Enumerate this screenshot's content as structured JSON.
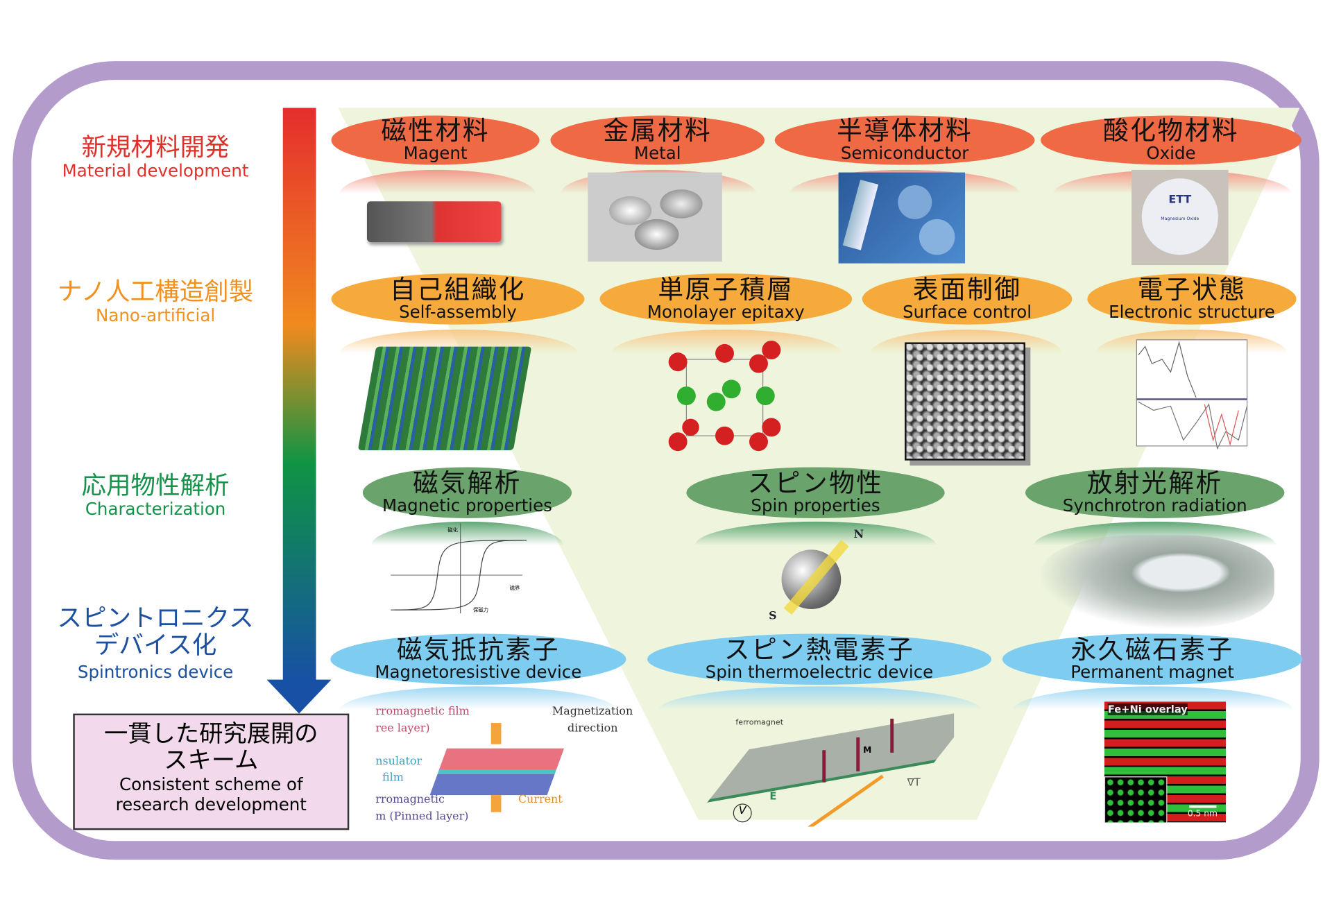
{
  "stages": [
    {
      "jp": "新規材料開発",
      "en": "Material development",
      "color": "#e0302b"
    },
    {
      "jp": "ナノ人工構造創製",
      "en": "Nano-artificial",
      "color": "#f0901e"
    },
    {
      "jp": "応用物性解析",
      "en": "Characterization",
      "color": "#16924a"
    },
    {
      "jp": "スピントロニクス",
      "jp2": "デバイス化",
      "en": "Spintronics device",
      "color": "#1b4fa0"
    }
  ],
  "scheme": {
    "jp1": "一貫した研究展開の",
    "jp2": "スキーム",
    "en1": "Consistent scheme of",
    "en2": "research development"
  },
  "row1": [
    {
      "jp": "磁性材料",
      "en": "Magent"
    },
    {
      "jp": "金属材料",
      "en": "Metal"
    },
    {
      "jp": "半導体材料",
      "en": "Semiconductor"
    },
    {
      "jp": "酸化物材料",
      "en": "Oxide"
    }
  ],
  "row2": [
    {
      "jp": "自己組織化",
      "en": "Self-assembly"
    },
    {
      "jp": "単原子積層",
      "en": "Monolayer epitaxy"
    },
    {
      "jp": "表面制御",
      "en": "Surface control"
    },
    {
      "jp": "電子状態",
      "en": "Electronic structure"
    }
  ],
  "row3": [
    {
      "jp": "磁気解析",
      "en": "Magnetic properties"
    },
    {
      "jp": "スピン物性",
      "en": "Spin properties"
    },
    {
      "jp": "放射光解析",
      "en": "Synchrotron radiation"
    }
  ],
  "row4": [
    {
      "jp": "磁気抵抗素子",
      "en": "Magnetoresistive device"
    },
    {
      "jp": "スピン熱電素子",
      "en": "Spin thermoelectric device"
    },
    {
      "jp": "永久磁石素子",
      "en": "Permanent magnet"
    }
  ],
  "figures": {
    "oxide_brand": "ETT",
    "oxide_label": "Magnesium Oxide",
    "hyst_m": "磁化",
    "hyst_h": "磁界",
    "hyst_hc": "保磁力",
    "sphere_n": "N",
    "sphere_s": "S",
    "mtj_free": "rromagnetic film",
    "mtj_free2": "ree layer)",
    "mtj_ins": "nsulator",
    "mtj_ins2": "film",
    "mtj_pin": "rromagnetic",
    "mtj_pin2": "m (Pinned layer)",
    "mtj_mag": "Magnetization",
    "mtj_dir": "direction",
    "mtj_cur": "Current",
    "te_fm": "ferromagnet",
    "te_m": "M",
    "te_e": "E",
    "te_v": "V",
    "te_grad": "∇T",
    "feni": "Fe+Ni overlay",
    "scale": "0.5 nm"
  },
  "colors": {
    "row1": "#ee6944",
    "row2": "#f5aa3b",
    "row3": "#6aa36b",
    "row4": "#7ecdf0",
    "frame": "#b39ccb"
  }
}
